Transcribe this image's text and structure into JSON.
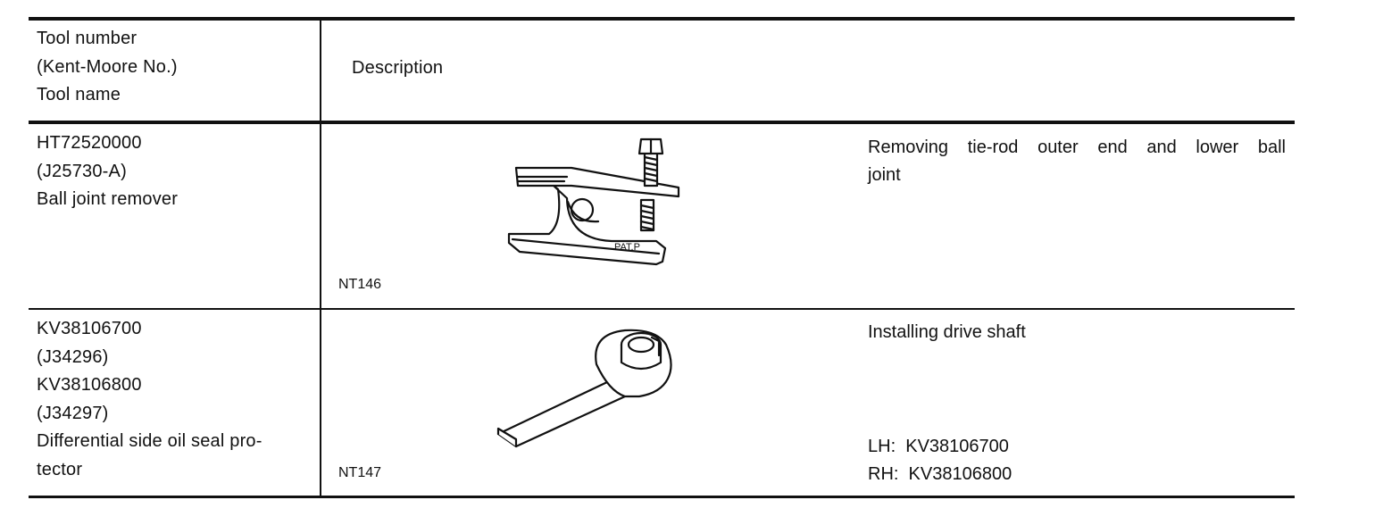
{
  "header": {
    "col1": [
      "Tool number",
      "(Kent-Moore No.)",
      "Tool name"
    ],
    "col2": "Description"
  },
  "rows": [
    {
      "tool_lines": [
        "HT72520000",
        "(J25730-A)",
        "Ball joint remover"
      ],
      "figure_code": "NT146",
      "figure_marking": "PAT.P",
      "description": [
        "Removing tie-rod outer end and lower ball",
        "joint"
      ]
    },
    {
      "tool_lines": [
        "KV38106700",
        "(J34296)",
        "KV38106800",
        "(J34297)",
        "Differential side oil seal pro-",
        "tector"
      ],
      "figure_code": "NT147",
      "description": [
        "Installing drive shaft"
      ],
      "sides": [
        "LH:  KV38106700",
        "RH:  KV38106800"
      ]
    }
  ]
}
